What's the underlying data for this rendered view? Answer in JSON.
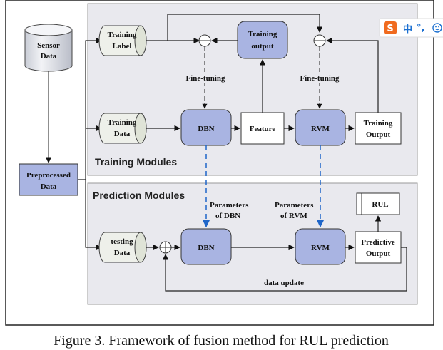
{
  "nodes": {
    "sensor_data": [
      "Sensor",
      "Data"
    ],
    "preprocessed_data": [
      "Preprocessed",
      "Data"
    ],
    "training_label": [
      "Training",
      "Label"
    ],
    "training_output": [
      "Training",
      "output"
    ],
    "training_data": [
      "Training",
      "Data"
    ],
    "dbn_train": "DBN",
    "feature": "Feature",
    "rvm_train": "RVM",
    "training_output_box": [
      "Training",
      "Output"
    ],
    "testing_data": [
      "testing",
      "Data"
    ],
    "dbn_pred": "DBN",
    "rvm_pred": "RVM",
    "predictive_output": [
      "Predictive",
      "Output"
    ],
    "rul": "RUL"
  },
  "labels": {
    "fine_tuning_left": "Fine-tuning",
    "fine_tuning_right": "Fine-tuning",
    "params_dbn": [
      "Parameters",
      "of DBN"
    ],
    "params_rvm": [
      "Parameters",
      "of RVM"
    ],
    "data_update": "data update"
  },
  "modules": {
    "training": "Training Modules",
    "prediction": "Prediction Modules"
  },
  "caption": "Figure 3.   Framework of fusion method for RUL prediction",
  "ime_toolbar": {
    "logo": "S",
    "lang": "中",
    "punct": "°,"
  },
  "colors": {
    "module_bg": "#e9e9ee",
    "blue_box": "#a9b4e2",
    "dashed_blue": "#1f66c9",
    "ime_orange": "#f06a1e"
  }
}
